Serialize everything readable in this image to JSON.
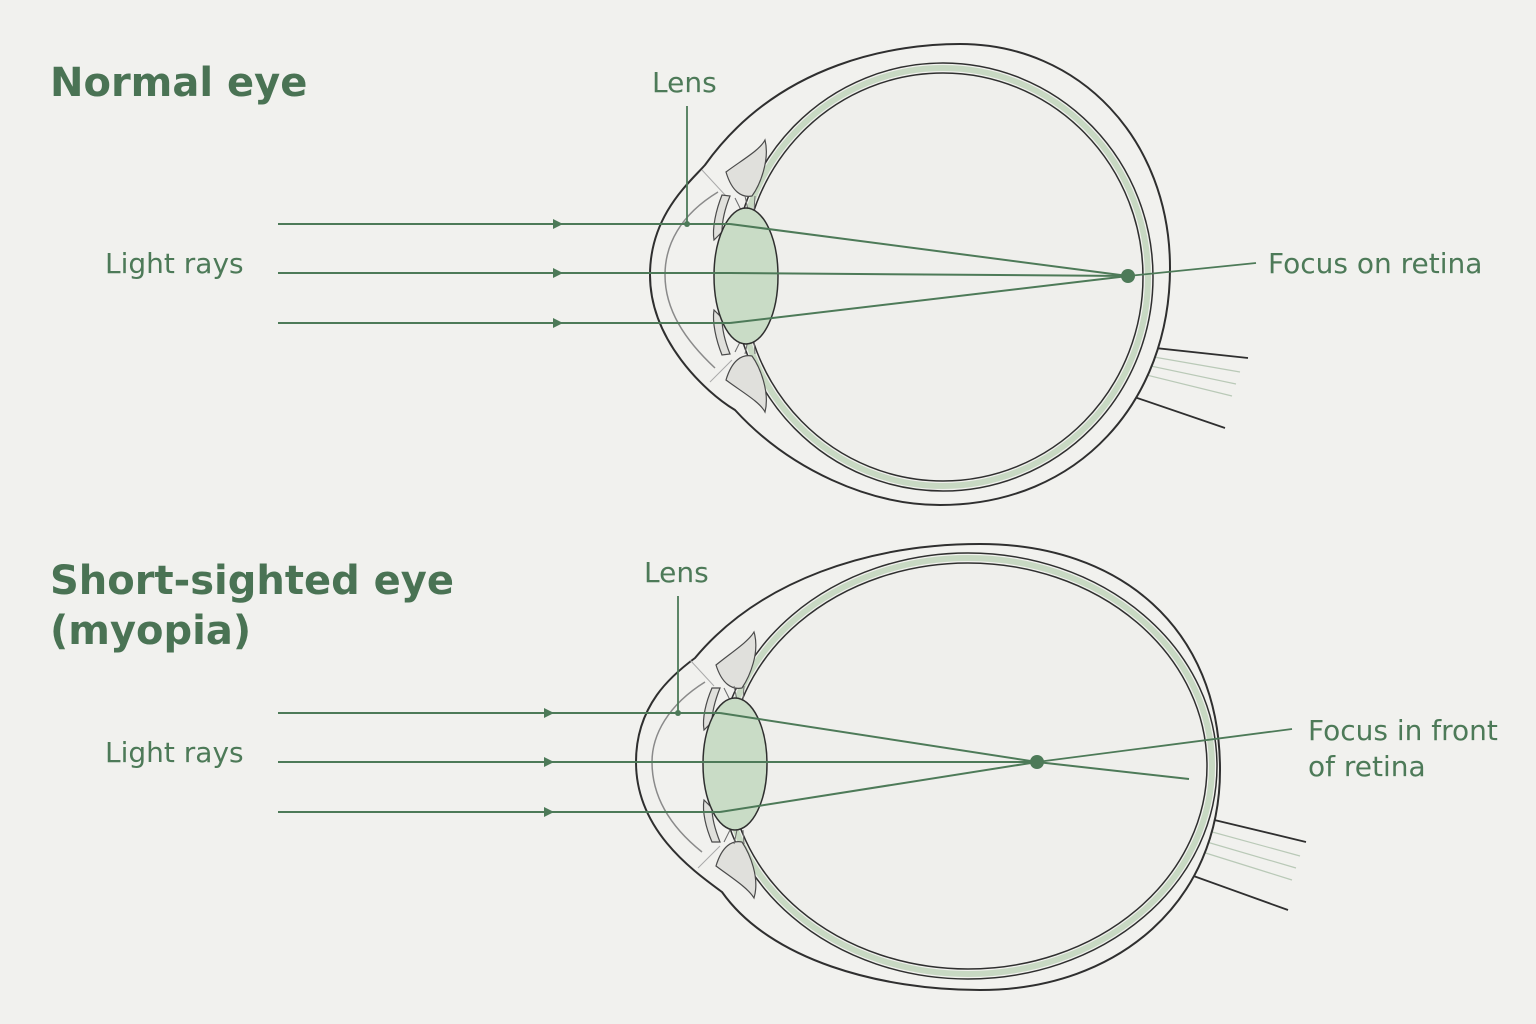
{
  "colors": {
    "background": "#f1f1ee",
    "accent": "#4d7a58",
    "lens_fill": "#c9dcc6",
    "retina": "#c8d9c3",
    "outline": "#2f2f2f"
  },
  "panels": [
    {
      "title_line1": "Normal eye",
      "title_line2": "",
      "lens_label": "Lens",
      "rays_label": "Light rays",
      "focus_label_line1": "Focus on retina",
      "focus_label_line2": ""
    },
    {
      "title_line1": "Short-sighted eye",
      "title_line2": "(myopia)",
      "lens_label": "Lens",
      "rays_label": "Light rays",
      "focus_label_line1": "Focus in front",
      "focus_label_line2": "of retina"
    }
  ]
}
